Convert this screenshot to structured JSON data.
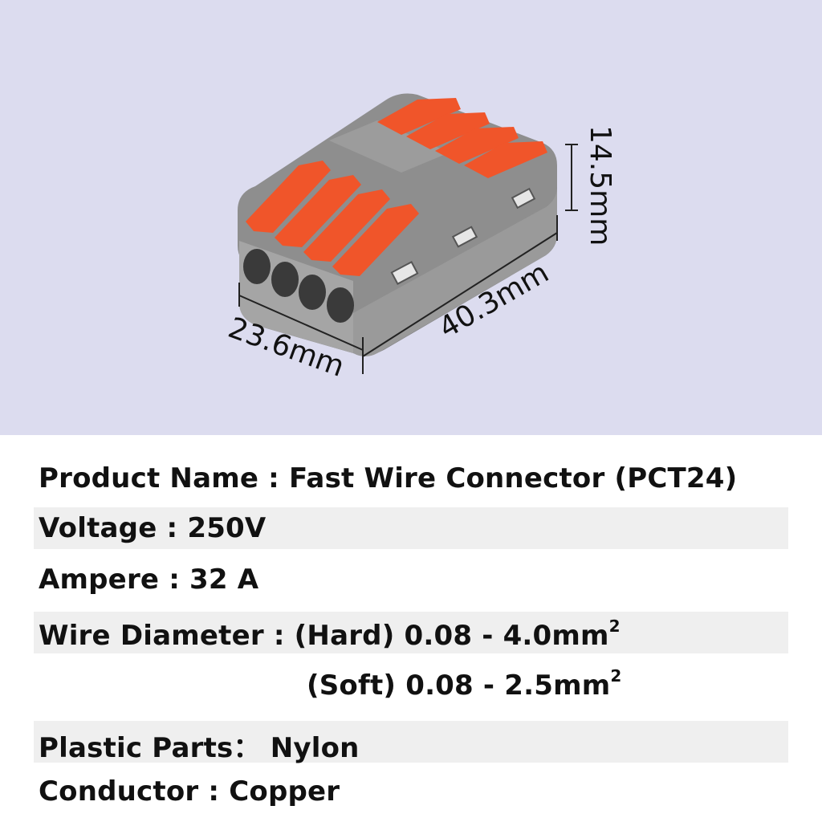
{
  "image": {
    "dimensions": {
      "height": "14.5mm",
      "length": "40.3mm",
      "width": "23.6mm"
    },
    "colors": {
      "background": "#dcdcef",
      "housing": "#8c8c8c",
      "lever": "#f0552a"
    }
  },
  "specs": {
    "product_name": "Product Name : Fast Wire Connector (PCT24)",
    "voltage": "Voltage : 250V",
    "ampere": "Ampere : 32 A",
    "wire_diameter_hard": "Wire Diameter : (Hard) 0.08 - 4.0mm",
    "wire_diameter_soft": "(Soft) 0.08 - 2.5mm",
    "superscript": "2",
    "plastic_parts": "Plastic Parts： Nylon",
    "conductor": "Conductor : Copper"
  }
}
